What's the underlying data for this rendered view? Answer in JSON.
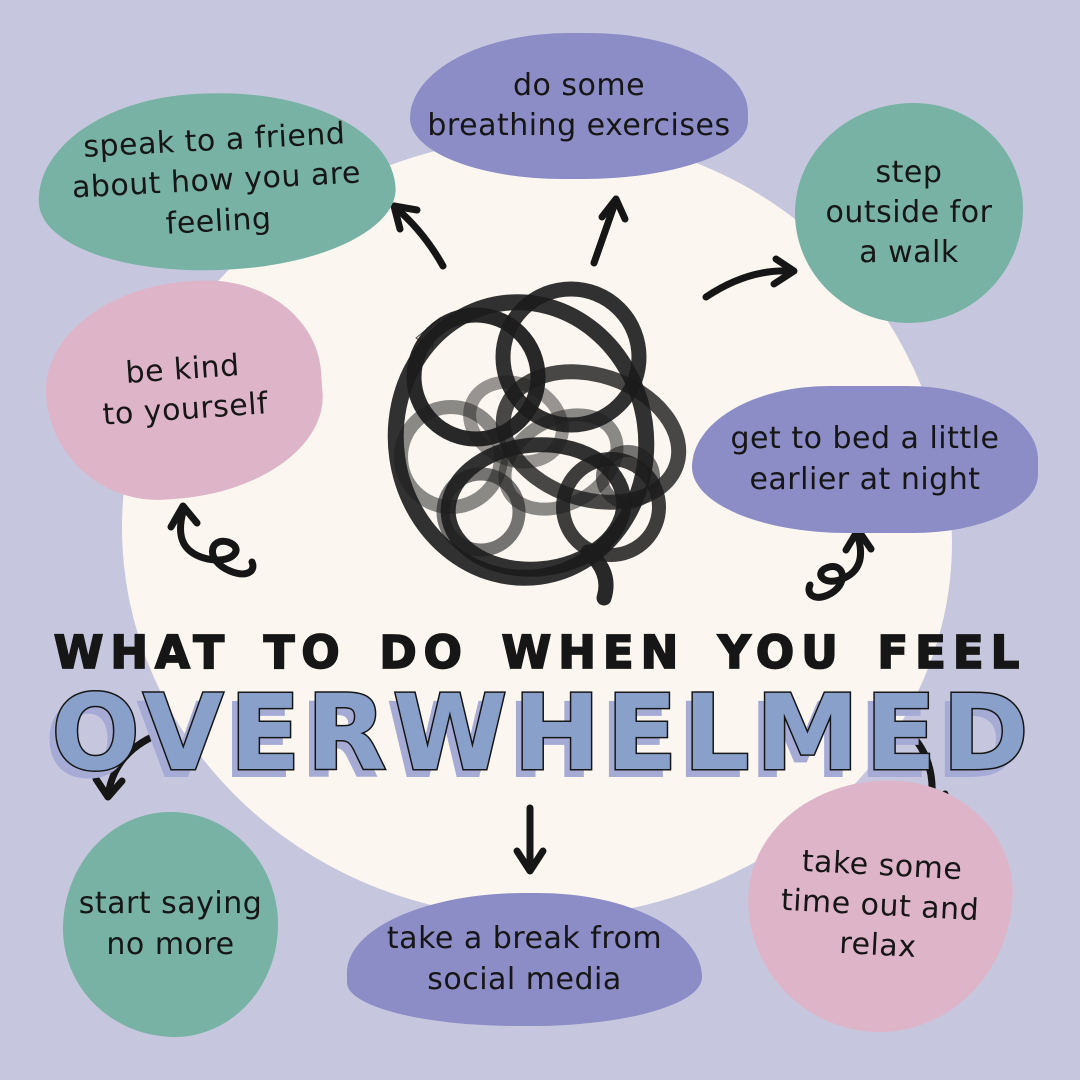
{
  "title": {
    "line": "WHAT TO DO WHEN YOU FEEL",
    "word": "OVERWHELMED"
  },
  "bubbles": [
    {
      "id": "speak-to-friend",
      "color": "teal",
      "text": "speak to a friend\nabout how you are\nfeeling"
    },
    {
      "id": "breathing-exercises",
      "color": "purple",
      "text": "do some\nbreathing exercises"
    },
    {
      "id": "step-outside",
      "color": "teal",
      "text": "step\noutside for\na walk"
    },
    {
      "id": "be-kind",
      "color": "pink",
      "text": "be kind\nto yourself"
    },
    {
      "id": "get-to-bed",
      "color": "purple",
      "text": "get to bed a little\nearlier at night"
    },
    {
      "id": "start-saying-no",
      "color": "teal",
      "text": "start saying\nno more"
    },
    {
      "id": "social-media-break",
      "color": "purple",
      "text": "take a break from\nsocial media"
    },
    {
      "id": "time-out-relax",
      "color": "pink",
      "text": "take some\ntime out and\nrelax"
    }
  ],
  "illustration": {
    "name": "tangled-scribble-ball"
  },
  "colors": {
    "background": "#c6c7de",
    "circle": "#fbf6f0",
    "teal": "#78b2a4",
    "purple": "#8c8cc6",
    "pink": "#deb4c8",
    "ink": "#161616",
    "title_blue": "#89a0ca",
    "title_shadow": "#a6abd6"
  }
}
